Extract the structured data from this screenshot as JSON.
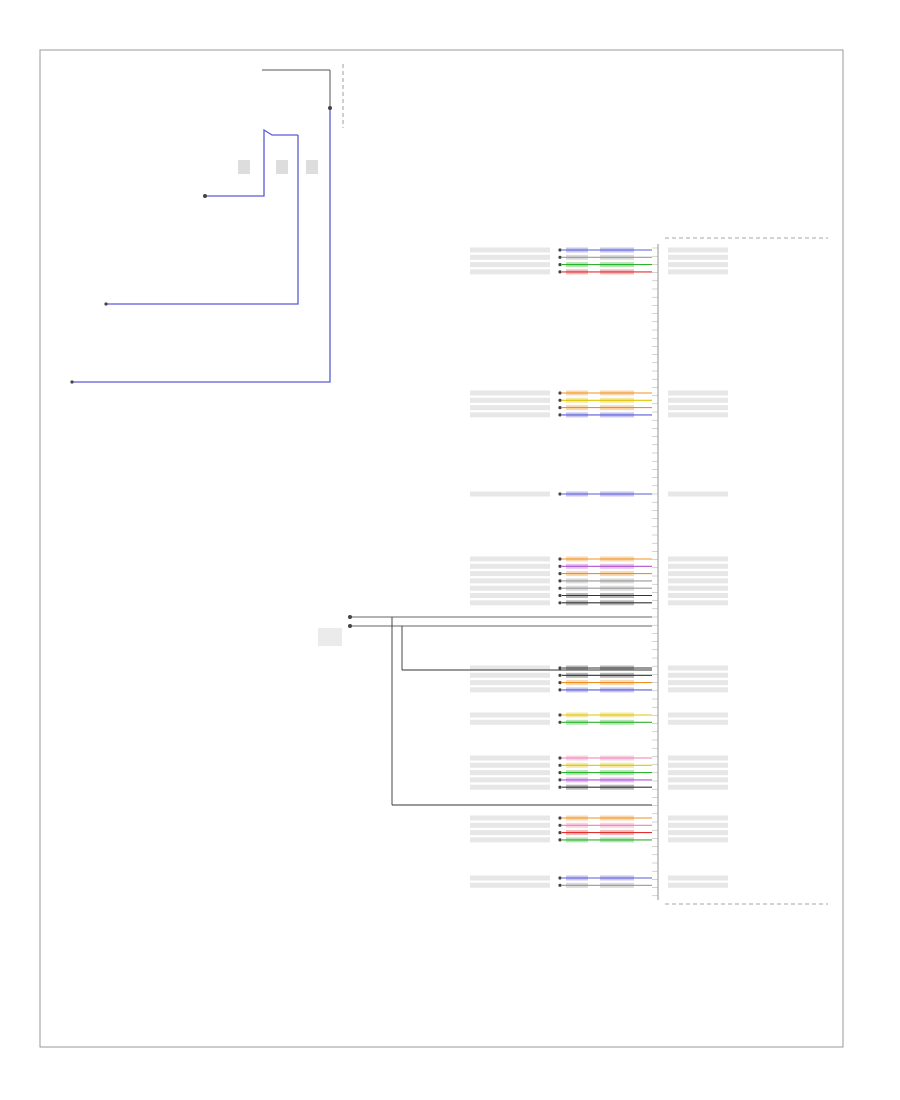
{
  "diagram": {
    "footer_id": "",
    "colors": {
      "blue": "#5b5bd6",
      "yellow": "#e0c400",
      "green": "#2bb32b",
      "red": "#e03030",
      "orange": "#f09020",
      "violet": "#b050d0",
      "pink": "#f080b0",
      "black": "#333333",
      "gray": "#999999"
    },
    "top_block": {
      "header_lines": [
        "",
        "",
        "",
        "",
        "",
        ""
      ],
      "fuse_label_lines": [
        "",
        "",
        "",
        ""
      ],
      "left_labels": [
        {
          "id": "hot-in-run",
          "text": ""
        },
        {
          "id": "ground-a",
          "text": ""
        },
        {
          "id": "ground-b",
          "text": ""
        }
      ]
    },
    "connector_block": {
      "title_lines": [
        "",
        ""
      ],
      "groups": [
        {
          "id": "g1",
          "rows": [
            {
              "left": "",
              "wire_a": "",
              "wire_b": "",
              "right": "",
              "color": "blue"
            },
            {
              "left": "",
              "wire_a": "",
              "wire_b": "",
              "right": "",
              "color": "gray"
            },
            {
              "left": "",
              "wire_a": "",
              "wire_b": "",
              "right": "",
              "color": "green"
            },
            {
              "left": "",
              "wire_a": "",
              "wire_b": "",
              "right": "",
              "color": "red"
            }
          ]
        },
        {
          "id": "g2",
          "rows": [
            {
              "left": "",
              "wire_a": "",
              "wire_b": "",
              "right": "",
              "color": "orange"
            },
            {
              "left": "",
              "wire_a": "",
              "wire_b": "",
              "right": "",
              "color": "yellow"
            },
            {
              "left": "",
              "wire_a": "",
              "wire_b": "",
              "right": "",
              "color": "orange"
            },
            {
              "left": "",
              "wire_a": "",
              "wire_b": "",
              "right": "",
              "color": "blue"
            }
          ]
        },
        {
          "id": "g3",
          "rows": [
            {
              "left": "",
              "wire_a": "",
              "wire_b": "",
              "right": "",
              "color": "blue"
            }
          ]
        },
        {
          "id": "g4",
          "rows": [
            {
              "left": "",
              "wire_a": "",
              "wire_b": "",
              "right": "",
              "color": "orange"
            },
            {
              "left": "",
              "wire_a": "",
              "wire_b": "",
              "right": "",
              "color": "violet"
            },
            {
              "left": "",
              "wire_a": "",
              "wire_b": "",
              "right": "",
              "color": "orange"
            },
            {
              "left": "",
              "wire_a": "",
              "wire_b": "",
              "right": "",
              "color": "gray"
            },
            {
              "left": "",
              "wire_a": "",
              "wire_b": "",
              "right": "",
              "color": "gray"
            },
            {
              "left": "",
              "wire_a": "",
              "wire_b": "",
              "right": "",
              "color": "black"
            },
            {
              "left": "",
              "wire_a": "",
              "wire_b": "",
              "right": "",
              "color": "black"
            }
          ]
        },
        {
          "id": "g5",
          "rows": [
            {
              "left": "",
              "wire_a": "",
              "wire_b": "",
              "right": "",
              "color": "black"
            },
            {
              "left": "",
              "wire_a": "",
              "wire_b": "",
              "right": "",
              "color": "black"
            },
            {
              "left": "",
              "wire_a": "",
              "wire_b": "",
              "right": "",
              "color": "orange"
            },
            {
              "left": "",
              "wire_a": "",
              "wire_b": "",
              "right": "",
              "color": "blue"
            }
          ]
        },
        {
          "id": "g6",
          "rows": [
            {
              "left": "",
              "wire_a": "",
              "wire_b": "",
              "right": "",
              "color": "yellow"
            },
            {
              "left": "",
              "wire_a": "",
              "wire_b": "",
              "right": "",
              "color": "green"
            }
          ]
        },
        {
          "id": "g7",
          "rows": [
            {
              "left": "",
              "wire_a": "",
              "wire_b": "",
              "right": "",
              "color": "pink"
            },
            {
              "left": "",
              "wire_a": "",
              "wire_b": "",
              "right": "",
              "color": "yellow"
            },
            {
              "left": "",
              "wire_a": "",
              "wire_b": "",
              "right": "",
              "color": "green"
            },
            {
              "left": "",
              "wire_a": "",
              "wire_b": "",
              "right": "",
              "color": "violet"
            },
            {
              "left": "",
              "wire_a": "",
              "wire_b": "",
              "right": "",
              "color": "black"
            }
          ]
        },
        {
          "id": "g8",
          "rows": [
            {
              "left": "",
              "wire_a": "",
              "wire_b": "",
              "right": "",
              "color": "orange"
            },
            {
              "left": "",
              "wire_a": "",
              "wire_b": "",
              "right": "",
              "color": "pink"
            },
            {
              "left": "",
              "wire_a": "",
              "wire_b": "",
              "right": "",
              "color": "red"
            },
            {
              "left": "",
              "wire_a": "",
              "wire_b": "",
              "right": "",
              "color": "green"
            }
          ]
        },
        {
          "id": "g9",
          "rows": [
            {
              "left": "",
              "wire_a": "",
              "wire_b": "",
              "right": "",
              "color": "blue"
            },
            {
              "left": "",
              "wire_a": "",
              "wire_b": "",
              "right": "",
              "color": "gray"
            }
          ]
        }
      ]
    },
    "ground_symbol_label": ""
  }
}
